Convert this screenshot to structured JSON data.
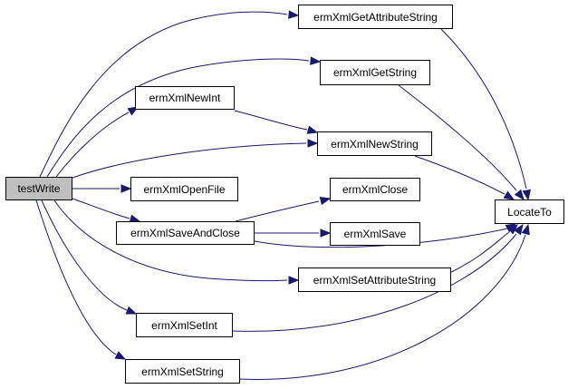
{
  "graph": {
    "edge_color": "#191970",
    "root_fill": "#bfbfbf",
    "nodes": {
      "testWrite": "testWrite",
      "ermXmlGetAttributeString": "ermXmlGetAttributeString",
      "ermXmlGetString": "ermXmlGetString",
      "ermXmlNewInt": "ermXmlNewInt",
      "ermXmlNewString": "ermXmlNewString",
      "ermXmlOpenFile": "ermXmlOpenFile",
      "ermXmlClose": "ermXmlClose",
      "ermXmlSaveAndClose": "ermXmlSaveAndClose",
      "ermXmlSave": "ermXmlSave",
      "ermXmlSetAttributeString": "ermXmlSetAttributeString",
      "ermXmlSetInt": "ermXmlSetInt",
      "ermXmlSetString": "ermXmlSetString",
      "LocateTo": "LocateTo"
    },
    "edges": [
      [
        "testWrite",
        "ermXmlGetAttributeString"
      ],
      [
        "testWrite",
        "ermXmlGetString"
      ],
      [
        "testWrite",
        "ermXmlNewInt"
      ],
      [
        "testWrite",
        "ermXmlNewString"
      ],
      [
        "testWrite",
        "ermXmlOpenFile"
      ],
      [
        "testWrite",
        "ermXmlSaveAndClose"
      ],
      [
        "testWrite",
        "ermXmlSetAttributeString"
      ],
      [
        "testWrite",
        "ermXmlSetInt"
      ],
      [
        "testWrite",
        "ermXmlSetString"
      ],
      [
        "ermXmlNewInt",
        "ermXmlNewString"
      ],
      [
        "ermXmlSaveAndClose",
        "ermXmlClose"
      ],
      [
        "ermXmlSaveAndClose",
        "ermXmlSave"
      ],
      [
        "ermXmlGetAttributeString",
        "LocateTo"
      ],
      [
        "ermXmlGetString",
        "LocateTo"
      ],
      [
        "ermXmlNewString",
        "LocateTo"
      ],
      [
        "ermXmlSaveAndClose",
        "LocateTo"
      ],
      [
        "ermXmlSetAttributeString",
        "LocateTo"
      ],
      [
        "ermXmlSetInt",
        "LocateTo"
      ],
      [
        "ermXmlSetString",
        "LocateTo"
      ]
    ]
  }
}
